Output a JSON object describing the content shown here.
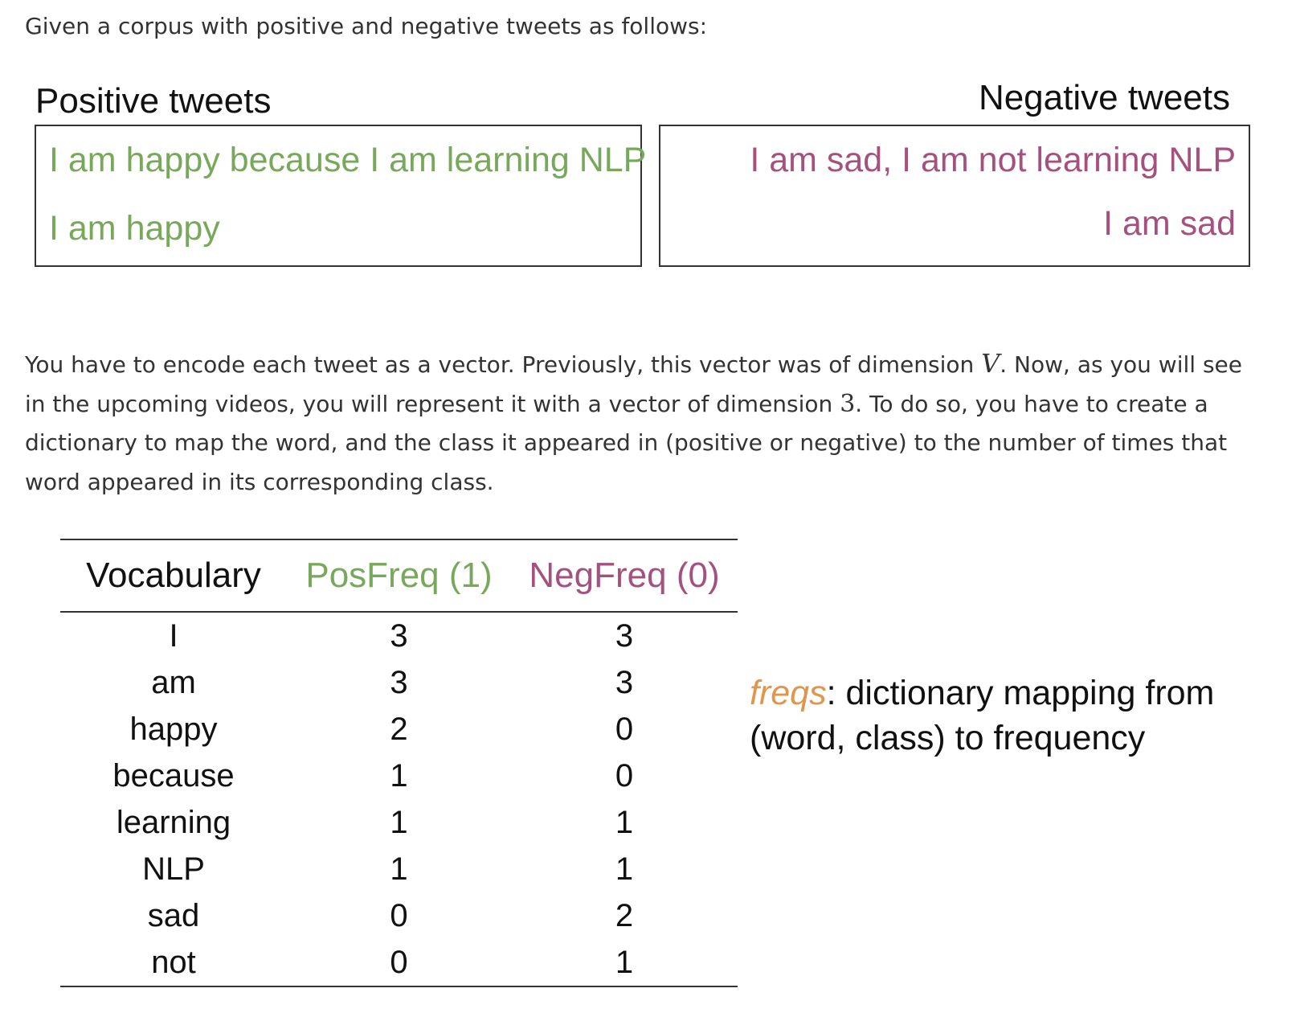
{
  "intro": "Given a corpus with positive and negative tweets as follows:",
  "positive": {
    "title": "Positive tweets",
    "tweets": [
      "I am happy because I am learning NLP",
      "I am happy"
    ]
  },
  "negative": {
    "title": "Negative  tweets",
    "tweets": [
      "I am sad, I am not learning NLP",
      "I am sad"
    ]
  },
  "paragraph": {
    "part1": "You have to encode each tweet as a vector. Previously, this vector was of dimension ",
    "var_v": "V",
    "part2": ". Now, as you will see in the upcoming videos, you will represent it with a vector of dimension ",
    "num_3": "3",
    "part3": ". To do so, you have to create a dictionary to map the word, and the class it appeared in (positive or negative) to the number of times that word appeared in its corresponding class."
  },
  "table": {
    "headers": [
      "Vocabulary",
      "PosFreq (1)",
      "NegFreq (0)"
    ],
    "rows": [
      [
        "I",
        "3",
        "3"
      ],
      [
        "am",
        "3",
        "3"
      ],
      [
        "happy",
        "2",
        "0"
      ],
      [
        "because",
        "1",
        "0"
      ],
      [
        "learning",
        "1",
        "1"
      ],
      [
        "NLP",
        "1",
        "1"
      ],
      [
        "sad",
        "0",
        "2"
      ],
      [
        "not",
        "0",
        "1"
      ]
    ]
  },
  "freqs_note": {
    "term": "freqs",
    "description": ": dictionary mapping from (word, class) to frequency"
  },
  "colors": {
    "positive": "#78a85c",
    "negative": "#a5517e",
    "freqs_term": "#e0954b"
  }
}
